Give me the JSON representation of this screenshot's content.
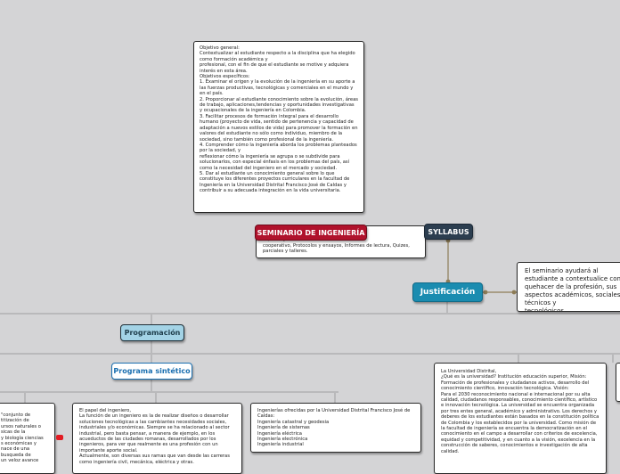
{
  "nodes": {
    "objetivos": "Objetivo general:\nContextualizar al estudiante respecto a la disciplina que ha elegido como formación académica y\nprofesional, con el fin de que el estudiante se motive y adquiera interés en esta área.\nObjetivos específicos:\n1. Examinar el origen y la evolución de la ingeniería en su aporte a las fuerzas productivas, tecnológicas y comerciales en el mundo y en el país.\n2. Proporcionar al estudiante conocimiento sobre la evolución, áreas de trabajo, aplicaciones,tendencias y oportunidades investigativas y ocupacionales de la ingeniería en Colombia.\n3. Facilitar procesos de formación integral para el desarrollo humano (proyecto de vida, sentido de pertenencia y capacidad de adaptación a nuevos estilos de vida) para promover la formación en valores del estudiante no sólo como individuo, miembro de la sociedad, sino también como profesional de la ingeniería.\n4. Comprender cómo la ingeniería aborda los problemas planteados por la sociedad, y\nreflexionar cómo la ingeniería se agrupa o se subdivide para solucionarlos, con especial énfasis en los problemas del país, así como la necesidad del ingeniero en el mercado y sociedad.\n5. Dar al estudiante un conocimiento general sobre lo que constituye los diferentes proyectos curriculares en la facultad de Ingeniería en la Universidad Distrital Francisco José de Caldas y contribuir a su adecuada integración en la vida universitaria.",
    "evaluacion_partial": "aplicaciones,\nes, Trabajo\ncooperativo, Protocolos y ensayos, Informes de lectura, Quizes, parciales y talleres.",
    "justificacion_text": "El seminario ayudará al estudiante a contextualice con el quehacer de la profesión, sus aspectos académicos, sociales, técnicos y\ntecnológicos.",
    "conjunto_text": "\"conjunto de\ntitización de\nursos naturales o\nsicas de la\ny biología ciencias\ns económicas y\nnace de una\nbusqueda de\nun veloz avance",
    "papel_text": "El papel del ingeniero,\nLa función de un ingeniero es la de realizar diseños o desarrollar soluciones tecnológicas a las cambiantes necesidades sociales, industriales y/o económicas. Siempre se ha relacionado al sector industrial, pero basta pensar, a manera de ejemplo, en los acueductos de las ciudades romanas, desarrollados por los ingenieros, para ver que realmente es una profesión con un importante aporte social.\nActualmente, son diversas sus ramas que van desde las carreras como ingeniería civil, mecánica, eléctrica y otras.",
    "ofrecidas_text": "Ingenierías ofrecidas por la Universidad Distrital Francisco José de Caldas:\nIngeniería catastral y geodesia\nIngeniería de sistemas\nIngeniería eléctrica\nIngeniería electrónica\nIngeniería industrial",
    "universidad_text": "La Universidad Distrital,\n¿Qué es la universidad? Institución educación superior, Misión: Formación de profesionales y ciudadanos activos, desarrollo del conocimiento científico, innovación tecnológica. Visión:\nPara el 2030 reconocimiento nacional e internacional por su alta calidad, ciudadanos responsables, conocimiento científico, artístico e innovación tecnológica. La universidad se encuentra organizada por tres entes general, académico y administrativo. Los derechos y deberes de los estudiantes están basados en la constitución política de Colombia y los establecidos por la universidad. Como misión de la facultad de ingeniería se encuentra la democratización en el conocimiento en el campo a desarrollar con criterios de excelencia, equidad y competitividad, y en cuanto a la visión, excelencia en la construcción de saberes, conocimientos e investigación de alta calidad."
  },
  "labels": {
    "seminario": "SEMINARIO DE INGENIERÍA",
    "syllabus": "SYLLABUS",
    "justificacion": "Justificación",
    "programacion": "Programación",
    "programa_sintetico": "Programa sintético"
  },
  "colors": {
    "background": "#d4d4d6",
    "seminario": "#b0122c",
    "syllabus": "#2c3e50",
    "justificacion": "#1a8cb0",
    "programacion": "#a3d3e6",
    "connector": "#8d7c57",
    "tree_line": "#b9b9bb"
  }
}
